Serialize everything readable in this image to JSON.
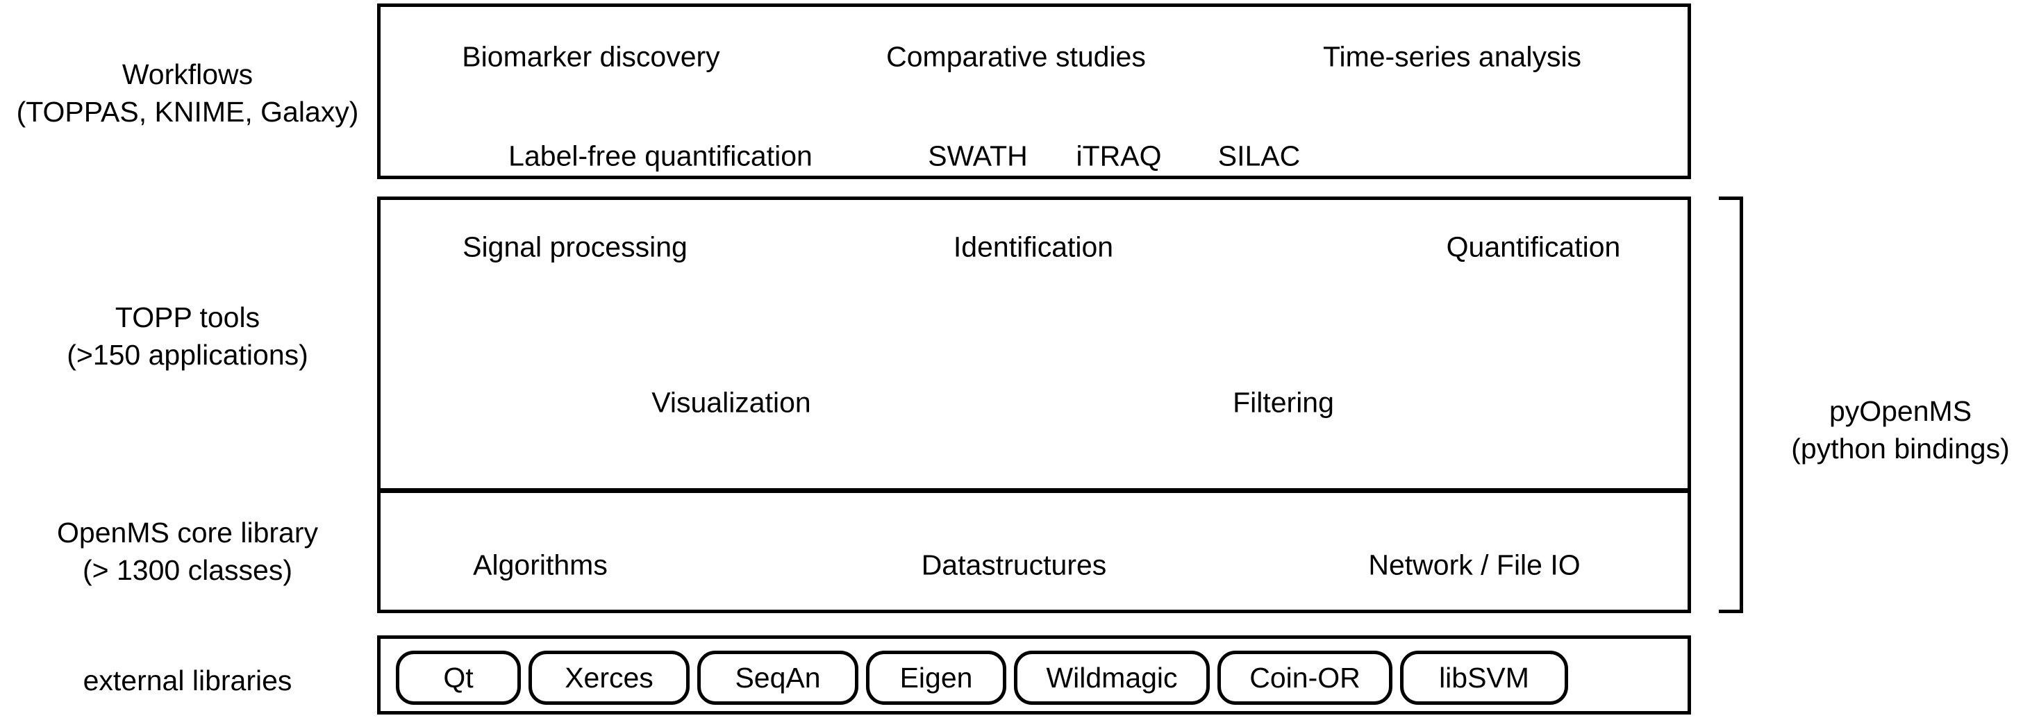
{
  "figure": {
    "title": "OpenMS software architecture layers",
    "accent_color": "#000000",
    "background_color": "#ffffff"
  },
  "tiers": [
    {
      "label_line1": "Workflows",
      "label_line2": "(TOPPAS, KNIME, Galaxy)",
      "items_row1": [
        "Biomarker discovery",
        "Comparative studies",
        "Time-series analysis"
      ],
      "items_row2": [
        "Label-free quantification",
        "SWATH",
        "iTRAQ",
        "SILAC"
      ]
    },
    {
      "label_line1": "TOPP tools",
      "label_line2": "(>150 applications)",
      "items_row1": [
        "Signal processing",
        "Identification",
        "Quantification"
      ],
      "items_row2": [
        "Visualization",
        "Filtering"
      ]
    },
    {
      "label_line1": "OpenMS core library",
      "label_line2": "(> 1300 classes)",
      "items_row1": [
        "Algorithms",
        "Datastructures",
        "Network / File IO"
      ]
    },
    {
      "label_line1": "external libraries",
      "label_line2": "",
      "pills": [
        "Qt",
        "Xerces",
        "SeqAn",
        "Eigen",
        "Wildmagic",
        "Coin-OR",
        "libSVM"
      ]
    }
  ],
  "bracket": {
    "label_line1": "pyOpenMS",
    "label_line2": "(python bindings)"
  }
}
